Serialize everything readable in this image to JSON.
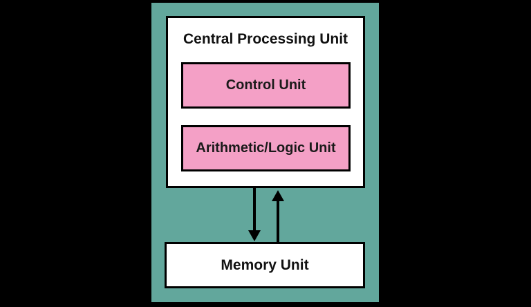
{
  "diagram": {
    "cpu": {
      "label": "Central Processing Unit",
      "components": [
        {
          "label": "Control Unit"
        },
        {
          "label": "Arithmetic/Logic Unit"
        }
      ]
    },
    "memory": {
      "label": "Memory Unit"
    },
    "arrows": [
      {
        "name": "cpu-to-memory-arrow",
        "direction": "down"
      },
      {
        "name": "memory-to-cpu-arrow",
        "direction": "up"
      }
    ],
    "colors": {
      "background": "#000000",
      "panel": "#62A79C",
      "box_fill": "#FFFFFF",
      "component_fill": "#F4A0C6",
      "border": "#000000",
      "arrow": "#000000"
    }
  }
}
